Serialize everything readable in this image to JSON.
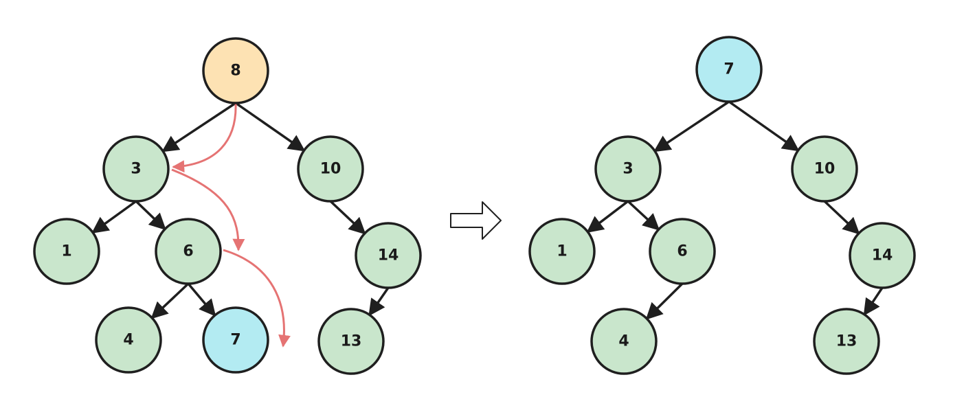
{
  "colors": {
    "node_default": "#c9e6cc",
    "node_root_before": "#fde2b3",
    "node_replacement": "#b3ebf2",
    "stroke": "#1f1f1f",
    "highlight_path": "#e57373"
  },
  "before_tree": {
    "nodes": [
      {
        "id": "b8",
        "label": "8",
        "role": "root"
      },
      {
        "id": "b3",
        "label": "3"
      },
      {
        "id": "b10",
        "label": "10"
      },
      {
        "id": "b1",
        "label": "1"
      },
      {
        "id": "b6",
        "label": "6"
      },
      {
        "id": "b14",
        "label": "14"
      },
      {
        "id": "b4",
        "label": "4"
      },
      {
        "id": "b7",
        "label": "7",
        "role": "replacement"
      },
      {
        "id": "b13",
        "label": "13"
      }
    ],
    "edges": [
      [
        "b8",
        "b3"
      ],
      [
        "b8",
        "b10"
      ],
      [
        "b3",
        "b1"
      ],
      [
        "b3",
        "b6"
      ],
      [
        "b10",
        "b14"
      ],
      [
        "b6",
        "b4"
      ],
      [
        "b6",
        "b7"
      ],
      [
        "b14",
        "b13"
      ]
    ],
    "highlight_path": [
      "b8",
      "b3",
      "b6",
      "b7"
    ]
  },
  "transform_icon": "right-arrow-icon",
  "after_tree": {
    "nodes": [
      {
        "id": "a7",
        "label": "7",
        "role": "replacement"
      },
      {
        "id": "a3",
        "label": "3"
      },
      {
        "id": "a10",
        "label": "10"
      },
      {
        "id": "a1",
        "label": "1"
      },
      {
        "id": "a6",
        "label": "6"
      },
      {
        "id": "a14",
        "label": "14"
      },
      {
        "id": "a4",
        "label": "4"
      },
      {
        "id": "a13",
        "label": "13"
      }
    ],
    "edges": [
      [
        "a7",
        "a3"
      ],
      [
        "a7",
        "a10"
      ],
      [
        "a3",
        "a1"
      ],
      [
        "a3",
        "a6"
      ],
      [
        "a10",
        "a14"
      ],
      [
        "a6",
        "a4"
      ],
      [
        "a14",
        "a13"
      ]
    ]
  }
}
